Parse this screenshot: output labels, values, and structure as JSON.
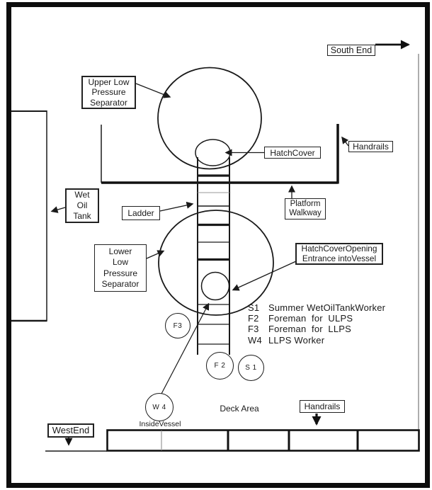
{
  "colors": {
    "ink": "#1a1a1a",
    "thin_gray": "#8a8a8a"
  },
  "labels": {
    "upper_lps": "Upper Low\nPressure\nSeparator",
    "south_end": "South End",
    "handrails_top": "Handrails",
    "hatch_cover": "HatchCover",
    "wet_oil_tank": "Wet\nOil\nTank",
    "ladder": "Ladder",
    "platform_walkway": "Platform\nWalkway",
    "lower_lps": "Lower\nLow\nPressure\nSeparator",
    "hatch_opening": "HatchCoverOpening\nEntrance intoVessel",
    "deck_area": "Deck Area",
    "handrails_bottom": "Handrails",
    "west_end": "WestEnd",
    "inside_vessel": "InsideVessel"
  },
  "workers": {
    "f3": "F3",
    "f2": "F 2",
    "s1": "S 1",
    "w4": "W 4"
  },
  "legend": {
    "items": [
      {
        "code": "S1",
        "desc": "Summer WetOilTankWorker"
      },
      {
        "code": "F2",
        "desc": "Foreman  for  ULPS"
      },
      {
        "code": "F3",
        "desc": "Foreman  for  LLPS"
      },
      {
        "code": "W4",
        "desc": "LLPS Worker"
      }
    ]
  }
}
